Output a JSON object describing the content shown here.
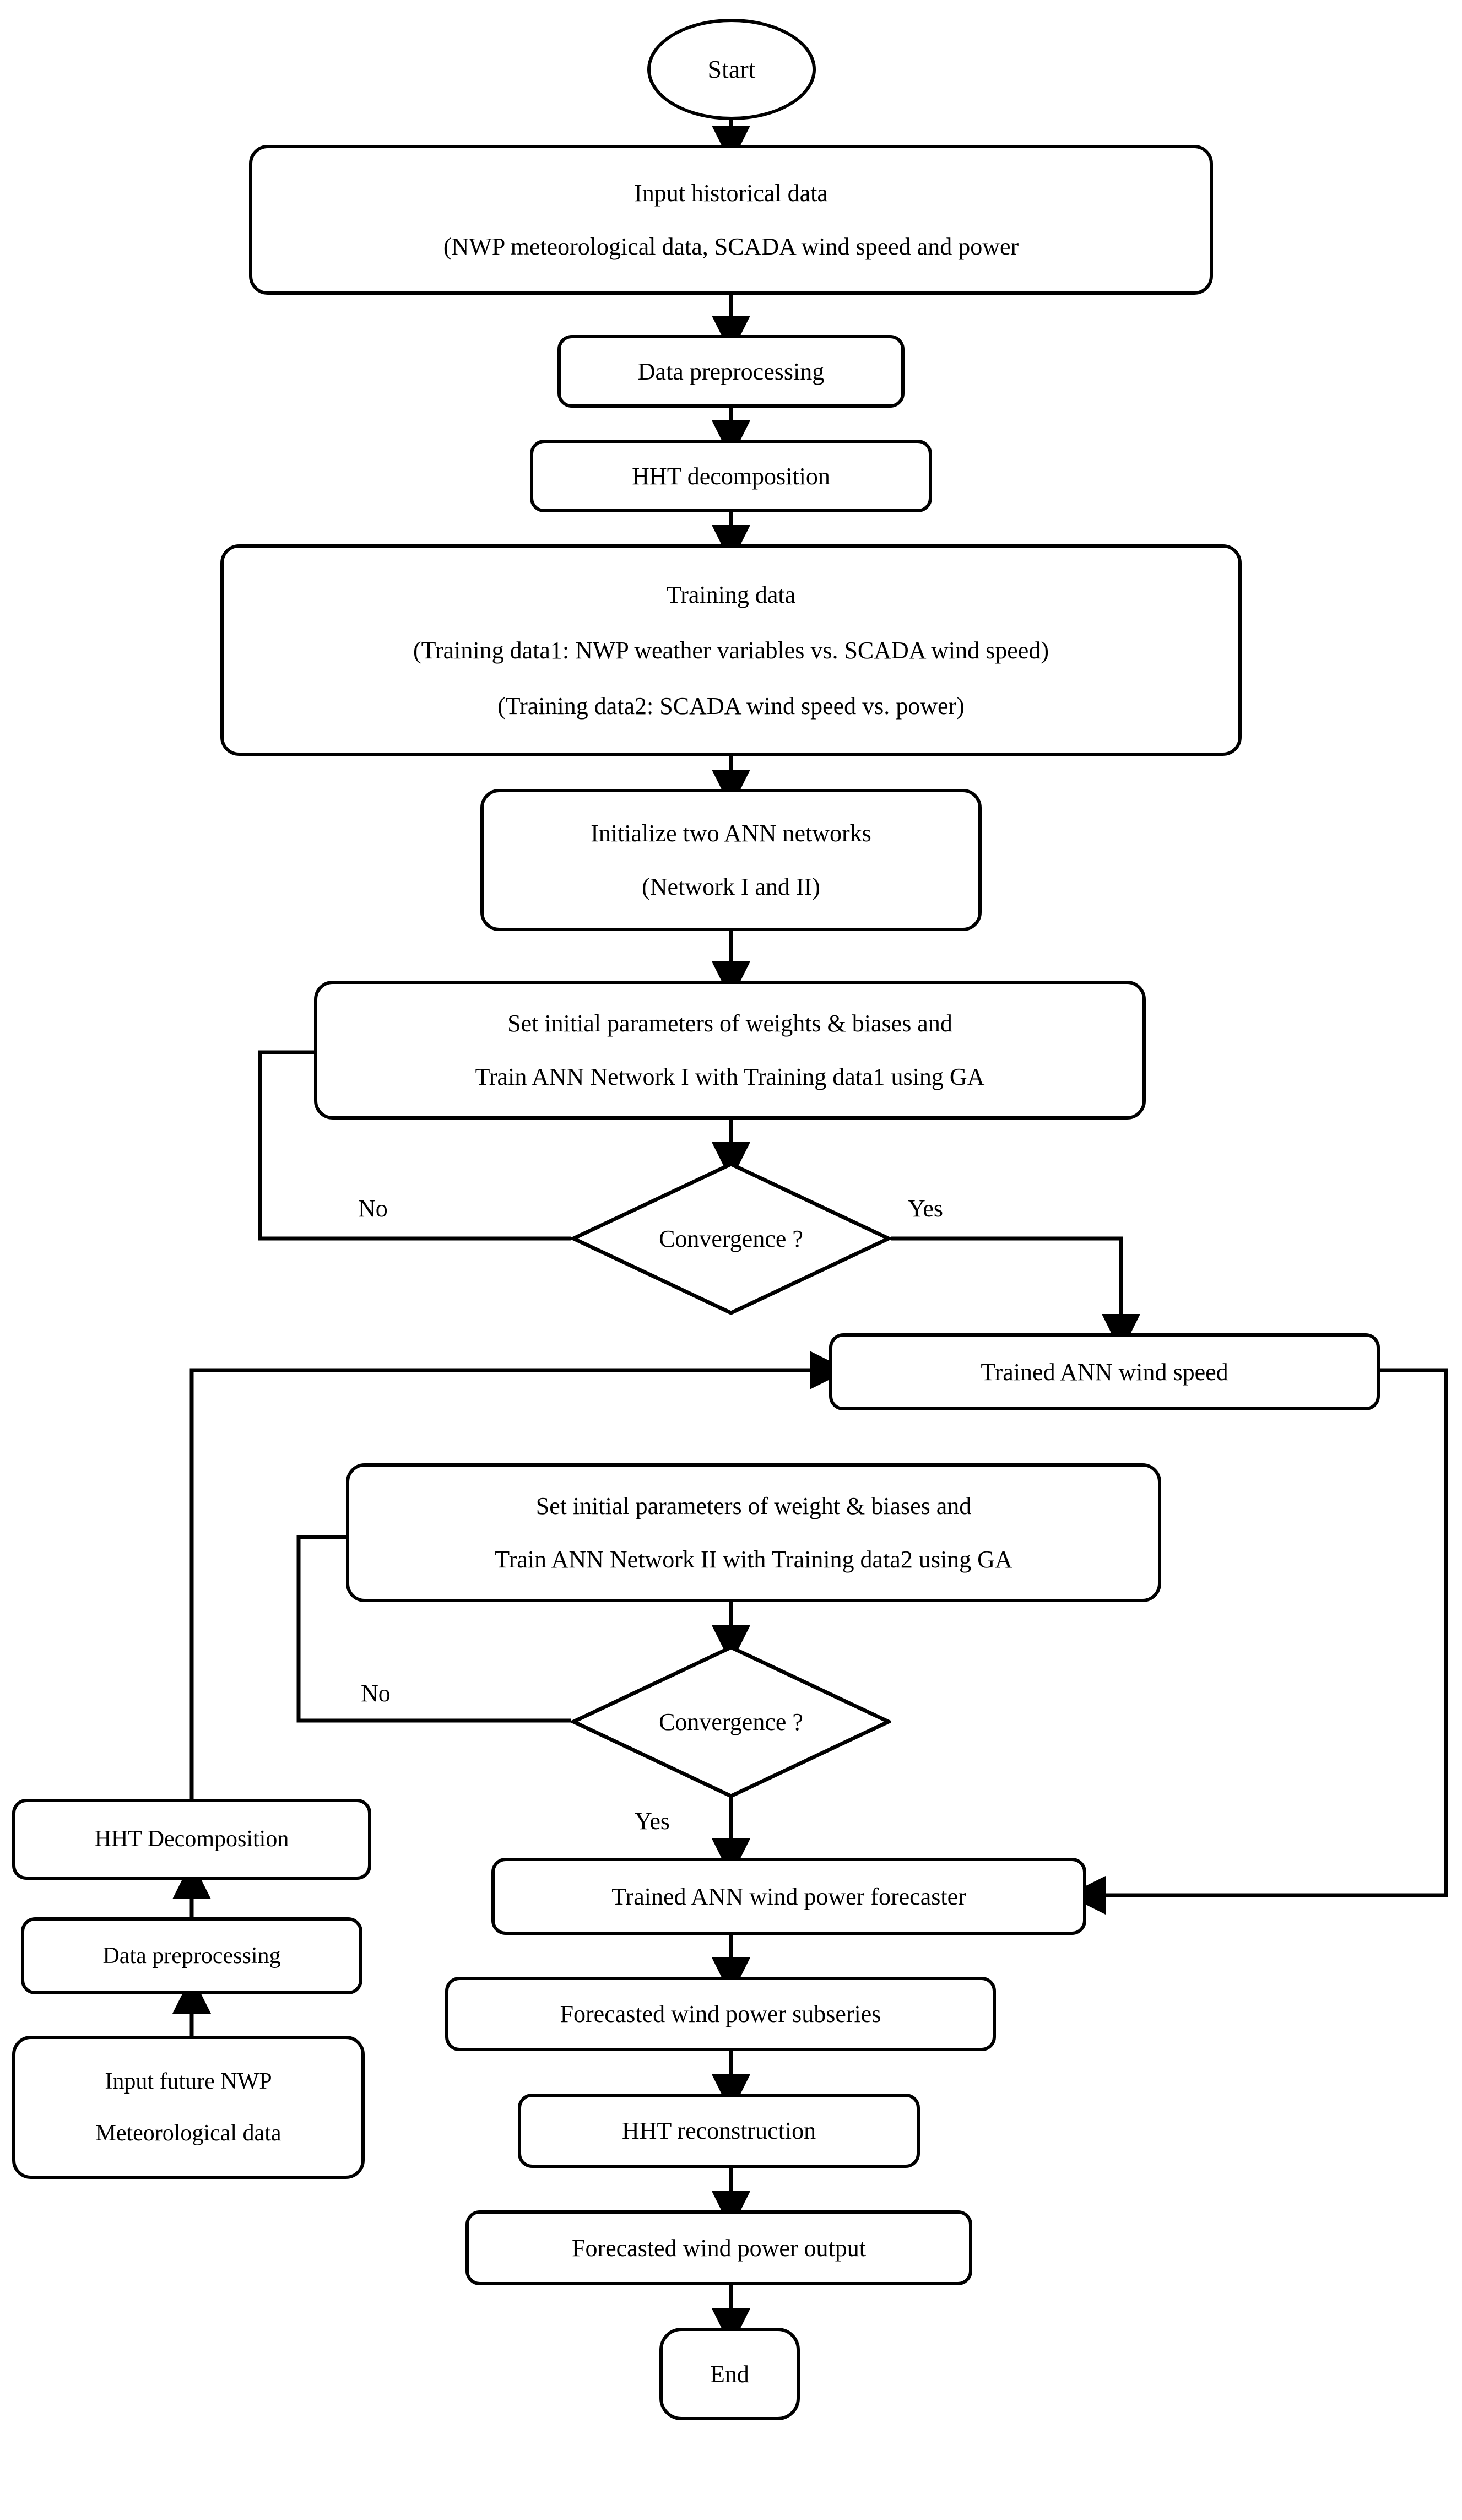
{
  "diagram": {
    "title": "Wind power forecasting flowchart",
    "type": "flowchart",
    "stroke_color": "#000000",
    "fill_color": "#ffffff",
    "background": "#ffffff"
  },
  "nodes": {
    "start": {
      "label": "Start",
      "shape": "terminator"
    },
    "input_historical": {
      "line1": "Input historical data",
      "line2": "(NWP meteorological data, SCADA wind speed and power",
      "shape": "rounded-rect"
    },
    "data_preprocessing_1": {
      "label": "Data preprocessing",
      "shape": "rounded-rect"
    },
    "hht_decomposition_1": {
      "label": "HHT decomposition",
      "shape": "rounded-rect"
    },
    "training_data": {
      "line1": "Training data",
      "line2": "(Training data1: NWP weather variables vs. SCADA wind speed)",
      "line3": "(Training data2: SCADA wind speed vs. power)",
      "shape": "rounded-rect"
    },
    "initialize_networks": {
      "line1": "Initialize two ANN networks",
      "line2": "(Network I and II)",
      "shape": "rounded-rect"
    },
    "train_network_1": {
      "line1": "Set initial parameters of weights & biases and",
      "line2": "Train ANN Network I with Training data1 using GA",
      "shape": "rounded-rect"
    },
    "convergence_1": {
      "label": "Convergence ?",
      "shape": "diamond"
    },
    "trained_ann_wind_speed": {
      "label": "Trained ANN wind speed",
      "shape": "rounded-rect"
    },
    "train_network_2": {
      "line1": "Set initial parameters of weight & biases and",
      "line2": "Train ANN Network II with Training data2 using GA",
      "shape": "rounded-rect"
    },
    "convergence_2": {
      "label": "Convergence ?",
      "shape": "diamond"
    },
    "hht_decomposition_2": {
      "label": "HHT Decomposition",
      "shape": "rounded-rect"
    },
    "data_preprocessing_2": {
      "label": "Data preprocessing",
      "shape": "rounded-rect"
    },
    "input_future_nwp": {
      "line1": "Input future NWP",
      "line2": "Meteorological data",
      "shape": "rounded-rect"
    },
    "trained_ann_power_forecaster": {
      "label": "Trained ANN wind power forecaster",
      "shape": "rounded-rect"
    },
    "forecasted_subseries": {
      "label": "Forecasted wind power subseries",
      "shape": "rounded-rect"
    },
    "hht_reconstruction": {
      "label": "HHT reconstruction",
      "shape": "rounded-rect"
    },
    "forecasted_output": {
      "label": "Forecasted wind power output",
      "shape": "rounded-rect"
    },
    "end": {
      "label": "End",
      "shape": "terminator-rect"
    }
  },
  "edge_labels": {
    "convergence1_no": "No",
    "convergence1_yes": "Yes",
    "convergence2_no": "No",
    "convergence2_yes": "Yes"
  }
}
